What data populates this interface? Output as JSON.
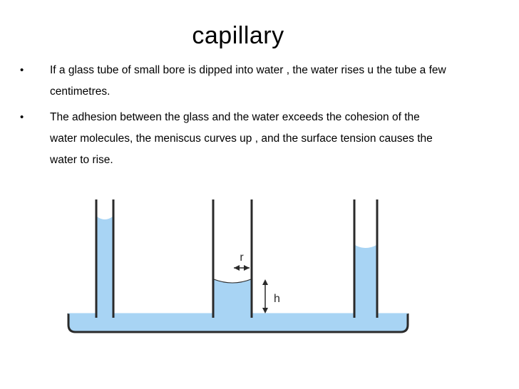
{
  "slide": {
    "title": "capillary",
    "bullet_marker": "•",
    "bullets": [
      {
        "text": "If a glass tube of small bore is dipped into water , the water rises u the tube a few centimetres."
      },
      {
        "text": "The adhesion between the glass and the water exceeds the cohesion of the water molecules, the meniscus curves up , and the surface tension causes the water to rise."
      }
    ]
  },
  "figure": {
    "radius_label": "r",
    "height_label": "h",
    "water_color": "#a8d4f4",
    "line_color": "#2a2a2a"
  }
}
